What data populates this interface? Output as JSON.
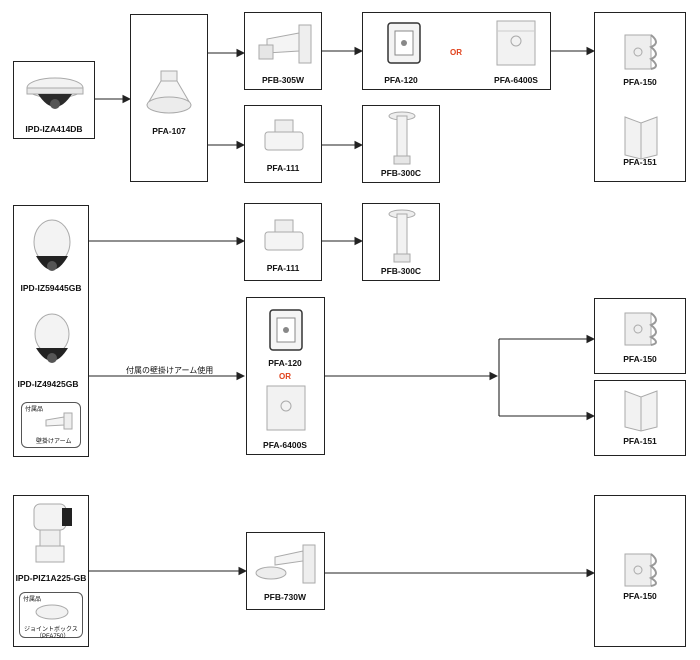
{
  "row1": {
    "camera": "IPD-IZA414DB",
    "pfa107": "PFA-107",
    "pfb305w": "PFB-305W",
    "pfa120": "PFA-120",
    "or": "OR",
    "pfa6400s": "PFA-6400S",
    "pfa150": "PFA-150",
    "pfa151": "PFA-151",
    "pfa111": "PFA-111",
    "pfb300c": "PFB-300C"
  },
  "row2": {
    "camera1": "IPD-IZ59445GB",
    "camera2": "IPD-IZ49425GB",
    "accessory_tag": "付属品",
    "accessory_name": "壁掛けアーム",
    "pfa111": "PFA-111",
    "pfb300c": "PFB-300C",
    "note": "付属の壁掛けアーム使用",
    "pfa120": "PFA-120",
    "or": "OR",
    "pfa6400s": "PFA-6400S",
    "pfa150": "PFA-150",
    "pfa151": "PFA-151"
  },
  "row3": {
    "camera": "IPD-PIZ1A225-GB",
    "accessory_tag": "付属品",
    "accessory_name": "ジョイントボックス",
    "accessory_model": "（PFA750）",
    "pfb730w": "PFB-730W",
    "pfa150": "PFA-150"
  }
}
